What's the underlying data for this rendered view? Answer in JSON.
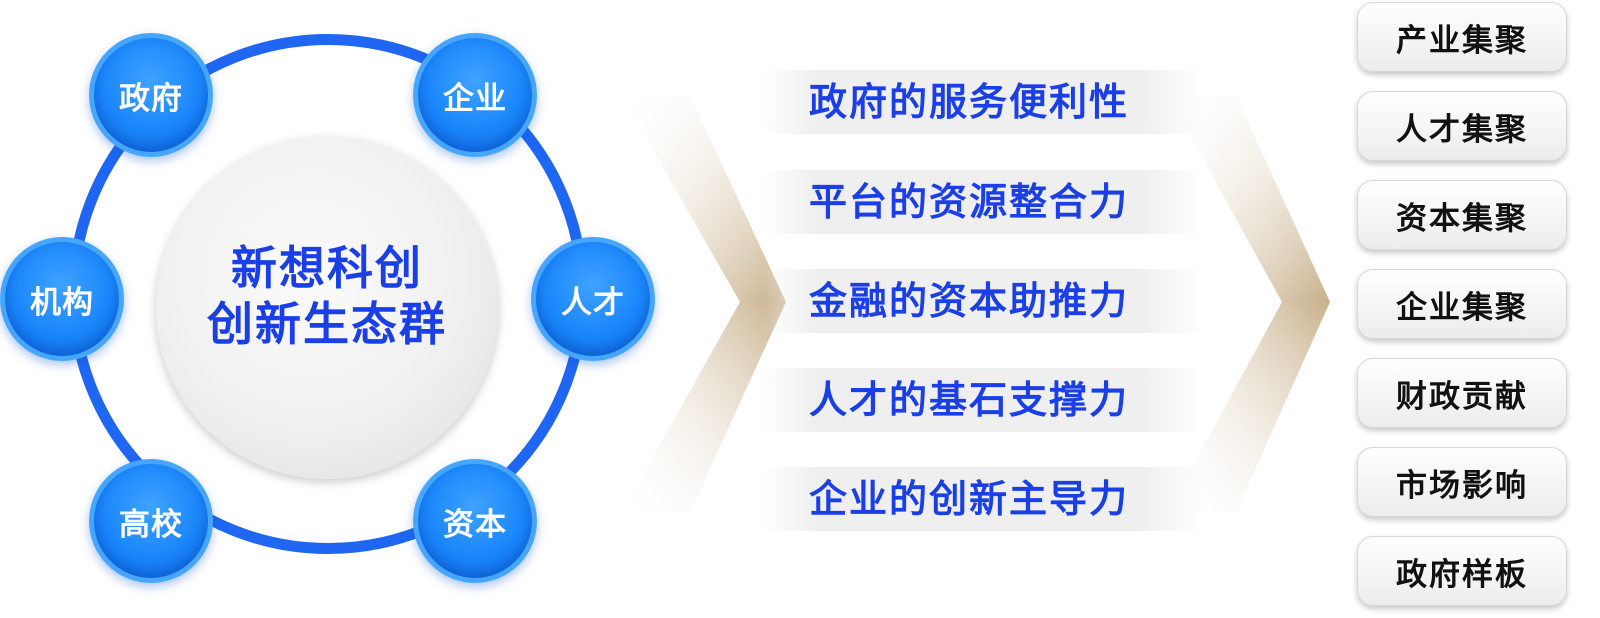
{
  "hub": {
    "title_line1": "新想科创",
    "title_line2": "创新生态群",
    "nodes": {
      "gov": "政府",
      "enterprise": "企业",
      "talent": "人才",
      "capital": "资本",
      "university": "高校",
      "institution": "机构"
    }
  },
  "capabilities": [
    "政府的服务便利性",
    "平台的资源整合力",
    "金融的资本助推力",
    "人才的基石支撑力",
    "企业的创新主导力"
  ],
  "outcomes": [
    "产业集聚",
    "人才集聚",
    "资本集聚",
    "企业集聚",
    "财政贡献",
    "市场影响",
    "政府样板"
  ],
  "colors": {
    "ring_blue": "#1f66f2",
    "node_blue": "#1a86fb",
    "text_blue": "#1b3fe6",
    "chevron_gold": "#c8b08a"
  }
}
